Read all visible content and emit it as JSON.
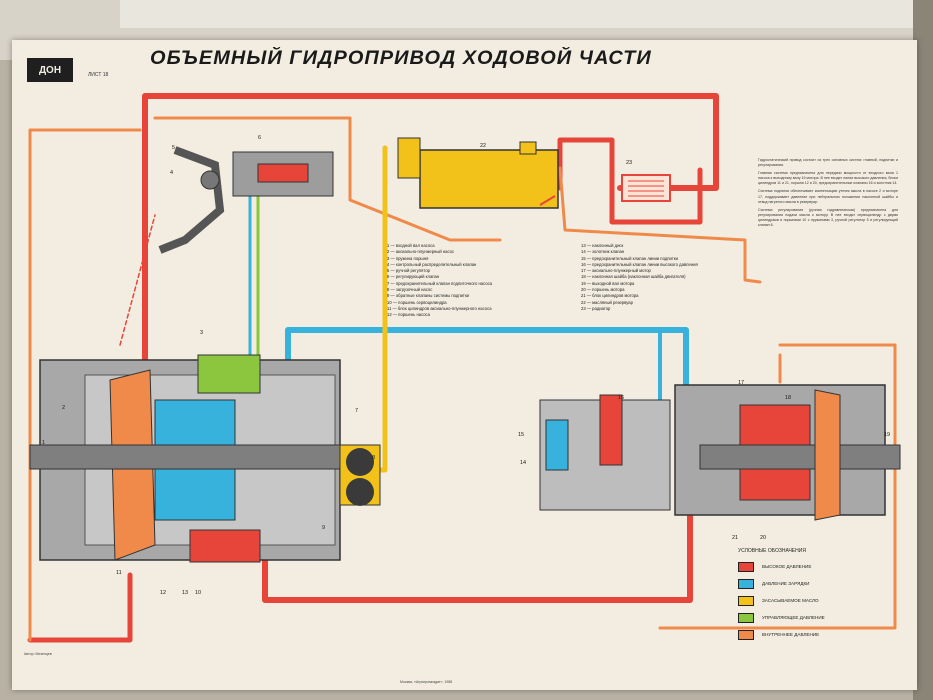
{
  "poster": {
    "title": "ОБЪЕМНЫЙ ГИДРОПРИВОД ХОДОВОЙ ЧАСТИ",
    "sheet_label": "ЛИСТ 18",
    "logo_text": "ДОН"
  },
  "components": [
    "1 — входной вал насоса",
    "2 — аксиально-плунжерный насос",
    "3 — пружина поршня",
    "4 — контрольный распределительный клапан",
    "5 — ручной регулятор",
    "6 — регулирующий клапан",
    "7 — предохранительный клапан подпиточного насоса",
    "8 — загрузочный насос",
    "9 — обратные клапаны системы подпитки",
    "10 — поршень сервоцилиндра",
    "11 — блок цилиндров аксиально-плунжерного насоса",
    "12 — поршень насоса",
    "13 — наклонный диск",
    "14 — золотник клапан",
    "15 — предохранительный клапан линии подпитки",
    "16 — предохранительный клапан линии высокого давления",
    "17 — аксиально-плунжерный мотор",
    "18 — наклонная шайба (наклонная шайба двигателя)",
    "19 — выходной вал мотора",
    "20 — поршень мотора",
    "21 — блок цилиндров мотора",
    "22 — масляный резервуар",
    "23 — радиатор"
  ],
  "part_labels": [
    "1",
    "2",
    "3",
    "4",
    "5",
    "6",
    "7",
    "8",
    "9",
    "10",
    "11",
    "12",
    "13",
    "14",
    "15",
    "16",
    "17",
    "18",
    "19",
    "20",
    "21",
    "22",
    "23"
  ],
  "description": [
    "Гидростатический привод состоит из трех основных систем: главной, подпитки и регулирования.",
    "Главная система предназначена для передачи мощности от входного вала 1 насоса к выходному валу 19 мотора. В нее входят линии высокого давления, блоки цилиндров 11 и 21, поршни 12 и 20, предохранительные клапаны 16 и золотник 14.",
    "Система подпитки обеспечивает компенсацию утечек масла в насосе 2 и моторе 17, поддерживает давление при нейтральном положении наклонной шайбы и отвод нагретого масла в резервуар.",
    "Система регулирования (ручная гидравлическая) предназначена для регулирования подачи масла к мотору. В нее входят сервоцилиндр с двумя цилиндрами и поршнями 10 с пружинами 3, ручной регулятор 5 и регулирующий клапан 6."
  ],
  "key": {
    "title": "УСЛОВНЫЕ ОБОЗНАЧЕНИЯ",
    "items": [
      {
        "label": "ВЫСОКОЕ ДАВЛЕНИЕ",
        "color": "#e8453a"
      },
      {
        "label": "ДАВЛЕНИЕ ЗАРЯДКИ",
        "color": "#36b2dd"
      },
      {
        "label": "ЗАСАСЫВАЕМОЕ МАСЛО",
        "color": "#f2c21b"
      },
      {
        "label": "УПРАВЛЯЮЩЕЕ ДАВЛЕНИЕ",
        "color": "#8cc63f"
      },
      {
        "label": "ВНУТРЕННЕЕ ДАВЛЕНИЕ",
        "color": "#f08a4b"
      }
    ]
  },
  "footer": {
    "left": "Автор: Мезенцев",
    "center": "Москва, «Агропромиздат», 1985"
  },
  "colors": {
    "high": "#e8453a",
    "charge": "#36b2dd",
    "suction": "#f2c21b",
    "control": "#8cc63f",
    "internal": "#f08a4b",
    "metal": "#8a8a8a",
    "paper": "#f2ede0"
  }
}
